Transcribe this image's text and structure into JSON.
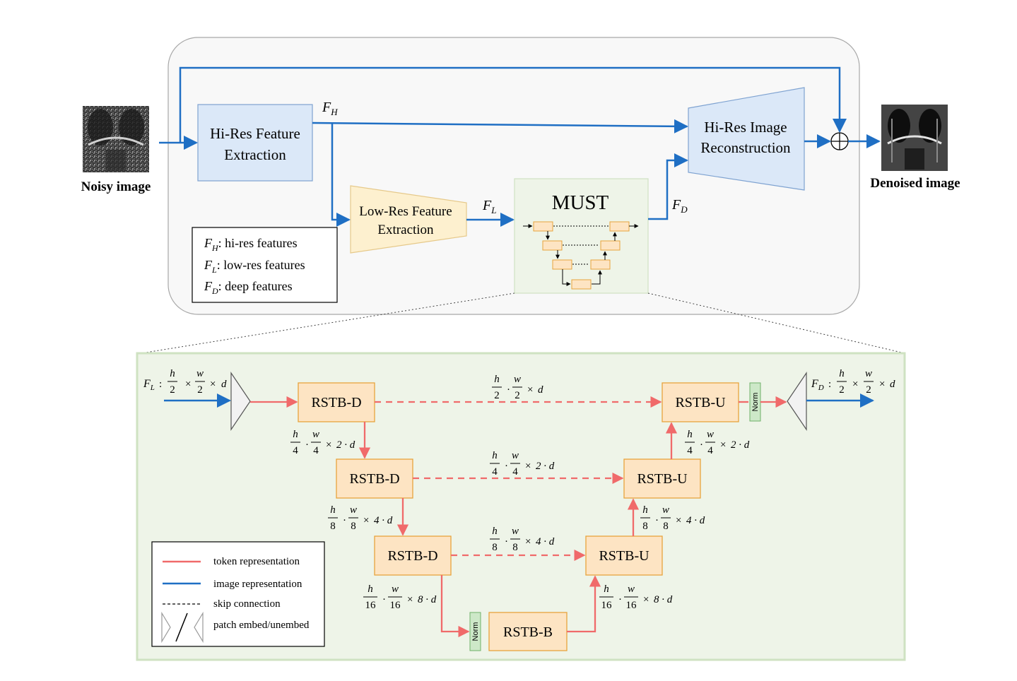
{
  "top": {
    "noisy_label": "Noisy image",
    "denoised_label": "Denoised image",
    "hires_fe_line1": "Hi-Res Feature",
    "hires_fe_line2": "Extraction",
    "lowres_fe_line1": "Low-Res Feature",
    "lowres_fe_line2": "Extraction",
    "recon_line1": "Hi-Res Image",
    "recon_line2": "Reconstruction",
    "must_title": "MUST",
    "fh_symbol": "F",
    "fh_sub": "H",
    "fl_symbol": "F",
    "fl_sub": "L",
    "fd_symbol": "F",
    "fd_sub": "D",
    "legend": [
      {
        "sym": "F",
        "sub": "H",
        "text": ": hi-res features"
      },
      {
        "sym": "F",
        "sub": "L",
        "text": ": low-res features"
      },
      {
        "sym": "F",
        "sub": "D",
        "text": ": deep features"
      }
    ]
  },
  "detail": {
    "blocks": {
      "d1": "RSTB-D",
      "d2": "RSTB-D",
      "d3": "RSTB-D",
      "u1": "RSTB-U",
      "u2": "RSTB-U",
      "u3": "RSTB-U",
      "b": "RSTB-B"
    },
    "norm": "Norm",
    "in_label_sym": "F",
    "in_label_sub": "L",
    "out_label_sym": "F",
    "out_label_sub": "D",
    "dims": {
      "h": "h",
      "w": "w",
      "d": "d",
      "n2": "2",
      "n4": "4",
      "n8": "8",
      "n16": "16",
      "times": "×",
      "cdot": "·",
      "colon": ":",
      "two_d": "2 · d",
      "four_d": "4 · d",
      "eight_d": "8 · d"
    },
    "legend": [
      {
        "kind": "token",
        "text": "token representation"
      },
      {
        "kind": "image",
        "text": "image representation"
      },
      {
        "kind": "skip",
        "text": "skip connection"
      },
      {
        "kind": "patch",
        "text": "patch embed/unembed"
      }
    ]
  },
  "colors": {
    "blue_arrow": "#1f6fc4",
    "red_arrow": "#f06a6a",
    "orange_fill": "#fde4c3",
    "orange_stroke": "#e8a33d",
    "blue_fill": "#dbe8f8",
    "green_fill": "#eef4e8",
    "green_stroke": "#cfe2c2",
    "norm_fill": "#cde8c8"
  }
}
